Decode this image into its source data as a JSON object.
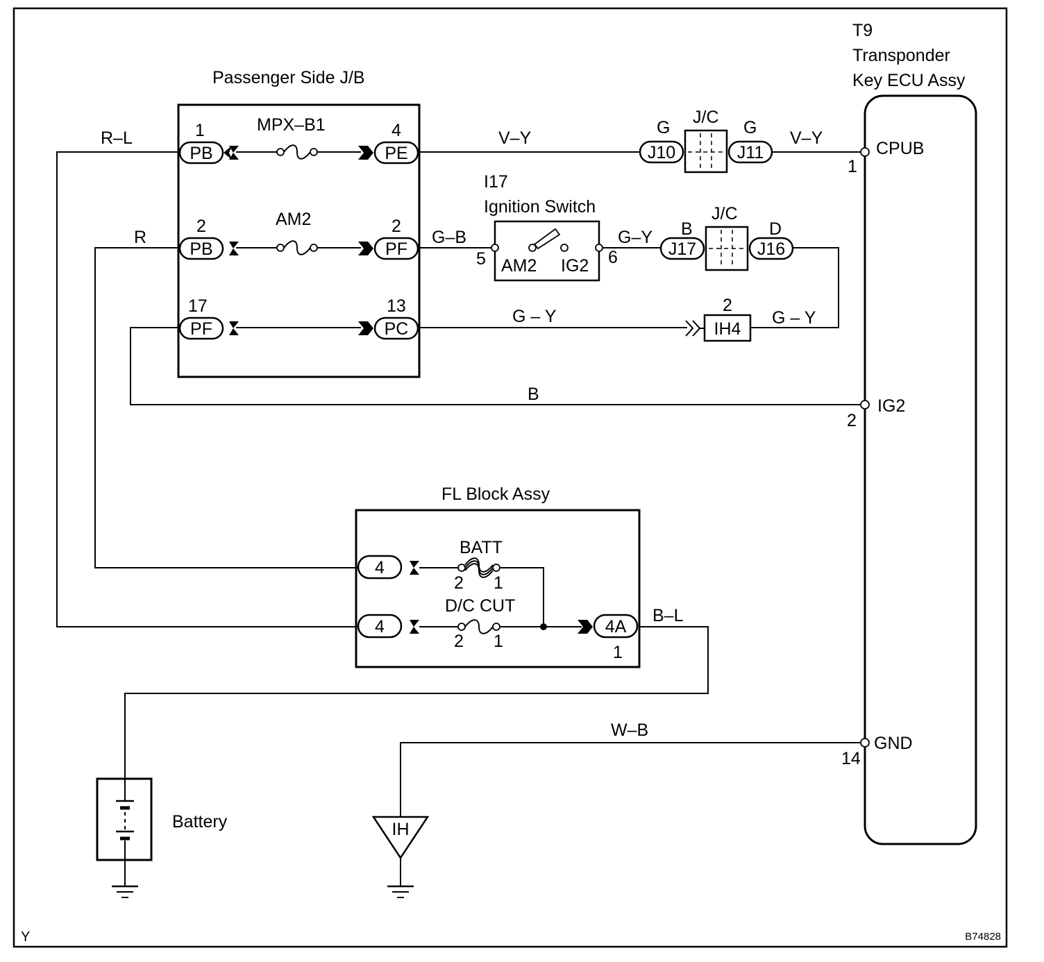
{
  "components": {
    "jb": {
      "title": "Passenger Side J/B",
      "fuse_mpx": "MPX–B1",
      "fuse_am2": "AM2",
      "conn_pb1": "PB",
      "num_pb1": "1",
      "conn_pe": "PE",
      "num_pe": "4",
      "conn_pb2": "PB",
      "num_pb2": "2",
      "conn_pf2": "PF",
      "num_pf2": "2",
      "conn_pf17": "PF",
      "num_pf17": "17",
      "conn_pc": "PC",
      "num_pc": "13"
    },
    "ecu": {
      "id": "T9",
      "name_line1": "Transponder",
      "name_line2": "Key ECU Assy",
      "pin_cpub": "CPUB",
      "num_cpub": "1",
      "pin_ig2": "IG2",
      "num_ig2": "2",
      "pin_gnd": "GND",
      "num_gnd": "14"
    },
    "ignition": {
      "id": "I17",
      "name": "Ignition Switch",
      "term_am2": "AM2",
      "term_ig2": "IG2",
      "pin_left": "5",
      "pin_right": "6"
    },
    "jc_top": {
      "label": "J/C",
      "left_color": "G",
      "left_conn": "J10",
      "right_color": "G",
      "right_conn": "J11"
    },
    "jc_mid": {
      "label": "J/C",
      "left_color": "B",
      "left_conn": "J17",
      "right_color": "D",
      "right_conn": "J16"
    },
    "ih4": {
      "conn": "IH4",
      "num": "2"
    },
    "fl": {
      "title": "FL Block Assy",
      "fuse_batt": "BATT",
      "fuse_dc": "D/C CUT",
      "conn_upper": "4",
      "conn_lower": "4",
      "conn_4a": "4A",
      "num_4a": "1",
      "batt_pin_left": "2",
      "batt_pin_right": "1",
      "dc_pin_left": "2",
      "dc_pin_right": "1"
    },
    "battery": {
      "label": "Battery"
    },
    "ground_ih": {
      "label": "IH"
    }
  },
  "wires": {
    "rl": "R–L",
    "r": "R",
    "vy_left": "V–Y",
    "vy_right": "V–Y",
    "gb": "G–B",
    "gy_switch": "G–Y",
    "gy_pc": "G – Y",
    "gy_right": "G – Y",
    "b": "B",
    "bl": "B–L",
    "wb": "W–B"
  },
  "corner": {
    "left": "Y",
    "right": "B74828"
  }
}
